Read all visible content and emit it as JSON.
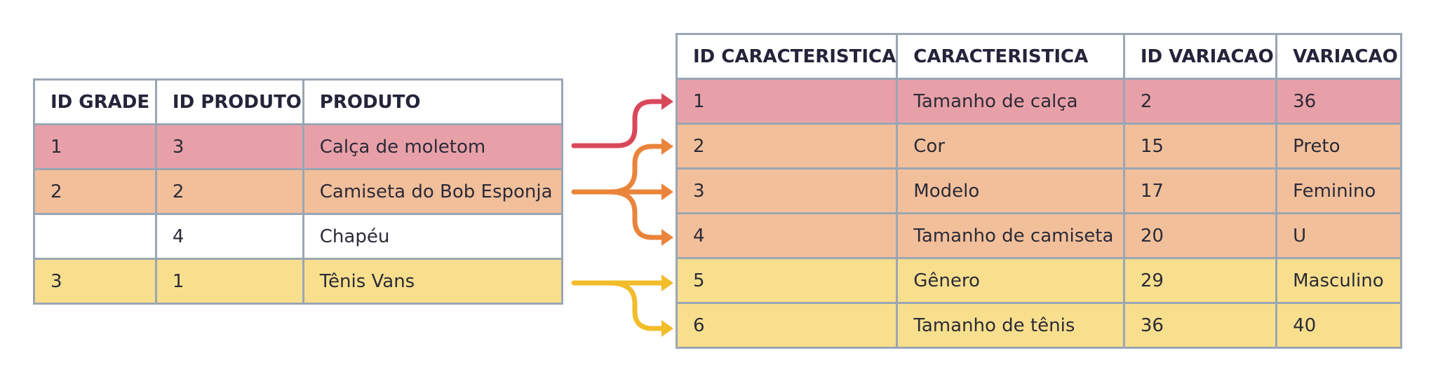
{
  "left_table": {
    "headers": [
      "ID GRADE",
      "ID PRODUTO",
      "PRODUTO"
    ],
    "rows": [
      {
        "id_grade": "1",
        "id_produto": "3",
        "produto": "Calça de moletom",
        "color": "#e8a0a8"
      },
      {
        "id_grade": "2",
        "id_produto": "2",
        "produto": "Camiseta do Bob Esponja",
        "color": "#f2bf9b"
      },
      {
        "id_grade": "",
        "id_produto": "4",
        "produto": "Chapéu",
        "color": "#ffffff"
      },
      {
        "id_grade": "3",
        "id_produto": "1",
        "produto": "Tênis Vans",
        "color": "#f8df8e"
      }
    ]
  },
  "right_table": {
    "headers": [
      "ID CARACTERISTICA",
      "CARACTERISTICA",
      "ID VARIACAO",
      "VARIACAO"
    ],
    "rows": [
      {
        "id_caracteristica": "1",
        "caracteristica": "Tamanho de calça",
        "id_variacao": "2",
        "variacao": "36",
        "color": "#e8a0a8"
      },
      {
        "id_caracteristica": "2",
        "caracteristica": "Cor",
        "id_variacao": "15",
        "variacao": "Preto",
        "color": "#f2bf9b"
      },
      {
        "id_caracteristica": "3",
        "caracteristica": "Modelo",
        "id_variacao": "17",
        "variacao": "Feminino",
        "color": "#f2bf9b"
      },
      {
        "id_caracteristica": "4",
        "caracteristica": "Tamanho de camiseta",
        "id_variacao": "20",
        "variacao": "U",
        "color": "#f2bf9b"
      },
      {
        "id_caracteristica": "5",
        "caracteristica": "Gênero",
        "id_variacao": "29",
        "variacao": "Masculino",
        "color": "#f8df8e"
      },
      {
        "id_caracteristica": "6",
        "caracteristica": "Tamanho de tênis",
        "id_variacao": "36",
        "variacao": "40",
        "color": "#f8df8e"
      }
    ]
  },
  "arrow_colors": {
    "pink": "#d9485a",
    "orange": "#e9843a",
    "yellow": "#f2bc2a"
  }
}
